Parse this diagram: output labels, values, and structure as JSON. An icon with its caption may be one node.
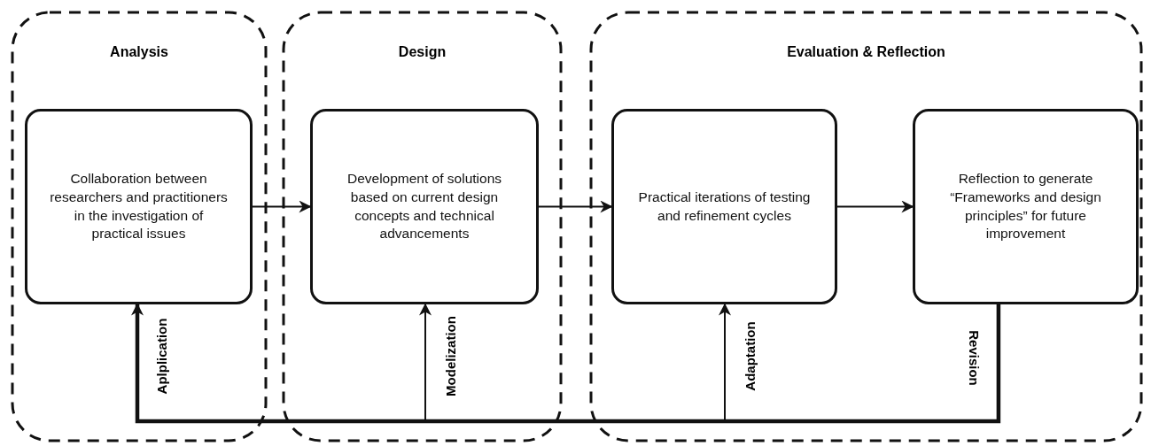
{
  "diagram": {
    "nodes": [
      {
        "text": [
          "Analysis"
        ]
      },
      {
        "text": [
          "Collaboration between researchers and practitioners in the investigation of practical issues"
        ],
        "in": 0
      },
      {
        "text": [
          "Design"
        ]
      },
      {
        "text": [
          "Development of solutions based on current design concepts and technical advancements"
        ],
        "in": 2
      },
      {
        "text": [
          "Evaluation & Reflection"
        ]
      },
      {
        "text": [
          "Practical iterations of testing and refinement cycles"
        ],
        "in": 4
      },
      {
        "text": [
          "Reflection to generate “Frameworks and design principles” for future improvement"
        ],
        "in": 4
      }
    ],
    "edges": [
      {
        "from": 1,
        "to": 3,
        "arrow": "to"
      },
      {
        "from": 3,
        "to": 5,
        "arrow": "to"
      },
      {
        "from": 5,
        "to": 6,
        "arrow": "to"
      },
      {
        "from": 6,
        "to": 1,
        "arrow": "to",
        "label": "Aplplication",
        "style": "thick"
      },
      {
        "from": 6,
        "to": 3,
        "arrow": "to",
        "label": "Modelization"
      },
      {
        "from": 6,
        "to": 5,
        "arrow": "to",
        "label": "Adaptation"
      }
    ],
    "labels": [
      "Revision"
    ]
  }
}
